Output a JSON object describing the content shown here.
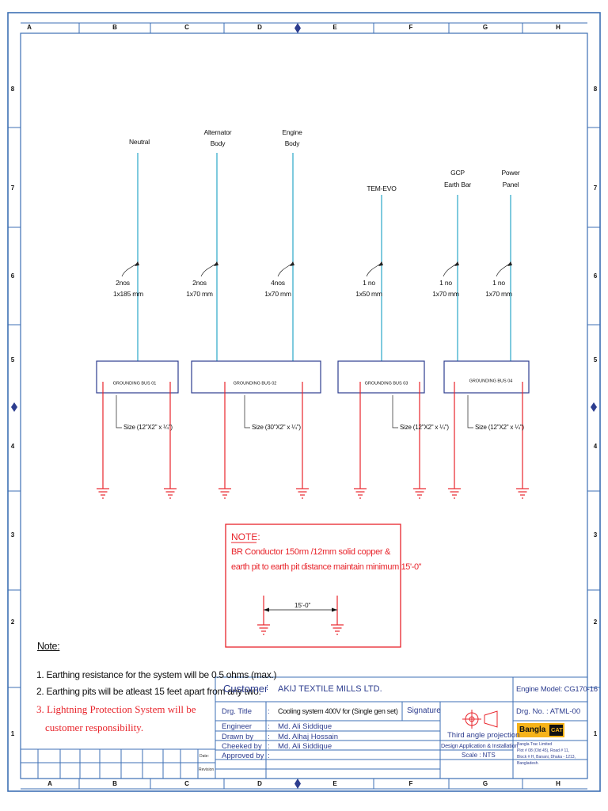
{
  "zones": {
    "columns": [
      "A",
      "B",
      "C",
      "D",
      "E",
      "F",
      "G",
      "H"
    ],
    "rows": [
      "8",
      "7",
      "6",
      "5",
      "4",
      "3",
      "2",
      "1"
    ]
  },
  "feeders": [
    {
      "label_1": "Neutral",
      "label_2": "",
      "cable_1": "2nos",
      "cable_2": "1x185 mm"
    },
    {
      "label_1": "Alternator",
      "label_2": "Body",
      "cable_1": "2nos",
      "cable_2": "1x70 mm"
    },
    {
      "label_1": "Engine",
      "label_2": "Body",
      "cable_1": "4nos",
      "cable_2": "1x70 mm"
    },
    {
      "label_1": "TEM-EVO",
      "label_2": "",
      "cable_1": "1 no",
      "cable_2": "1x50 mm"
    },
    {
      "label_1": "GCP",
      "label_2": "Earth Bar",
      "cable_1": "1 no",
      "cable_2": "1x70 mm"
    },
    {
      "label_1": "Power",
      "label_2": "Panel",
      "cable_1": "1 no",
      "cable_2": "1x70 mm"
    }
  ],
  "buses": [
    {
      "label": "GROUNDING BUS 01",
      "size": "Size (12\"X2\" x ¼\")"
    },
    {
      "label": "GROUNDING BUS 02",
      "size": "Size (30\"X2\" x ¼\")"
    },
    {
      "label": "GROUNDING BUS 03",
      "size": "Size (12\"X2\" x ¼\")"
    },
    {
      "label": "GROUNDING BUS 04",
      "size": "Size (12\"X2\" x ¼\")"
    }
  ],
  "red_note": {
    "title": "NOTE:",
    "line_1": "BR Conductor 150rm /12mm solid copper &",
    "line_2": "earth pit to earth pit distance maintain minimum 15'-0\"",
    "dimension": "15'-0\""
  },
  "notes": {
    "title": "Note:",
    "item_1": "1. Earthing resistance for the system will be 0.5 ohms (max.)",
    "item_2": "2. Earthing pits will be atleast 15 feet apart from any two.",
    "item_3a": "3. Lightning Protection System will be",
    "item_3b": "customer responsibility."
  },
  "revision": {
    "date_label": "Date:",
    "revision_label": "Revision"
  },
  "title_block": {
    "customer_label": "Customer",
    "customer_sep": ":",
    "customer_value": "AKIJ TEXTILE MILLS LTD.",
    "drg_title_label": "Drg. Title",
    "drg_title_value": "Cooling system 400V for (Single gen set)",
    "signature_label": "Signature",
    "engineer_label": "Engineer",
    "engineer_value": "Md. Ali Siddique",
    "drawn_label": "Drawn by",
    "drawn_value": "Md. Alhaj Hossain",
    "checked_label": "Cheeked by",
    "checked_value": "Md. Ali Siddique",
    "approved_label": "Approved by",
    "projection_label": "Third angle projection",
    "design_label": "Design Application & Installation",
    "scale_label": "Scale : NTS",
    "engine_model": "Engine Model: CG170-16",
    "drg_no": "Drg. No. :  ATML-00",
    "logo_text": "Bangla",
    "logo_badge": "CAT",
    "company": "Bangla Trac Limited",
    "address_1": "Plot # 08 (Old 45), Road # 11,",
    "address_2": "Block # H, Banani, Dhaka - 1213,",
    "address_3": "Bangladesh."
  },
  "colors": {
    "frame": "#3d6fb4",
    "feeder": "#2aa6c8",
    "earth": "#e8242b",
    "text_blue": "#2d3d8f",
    "logo_bg": "#f6b31a"
  }
}
